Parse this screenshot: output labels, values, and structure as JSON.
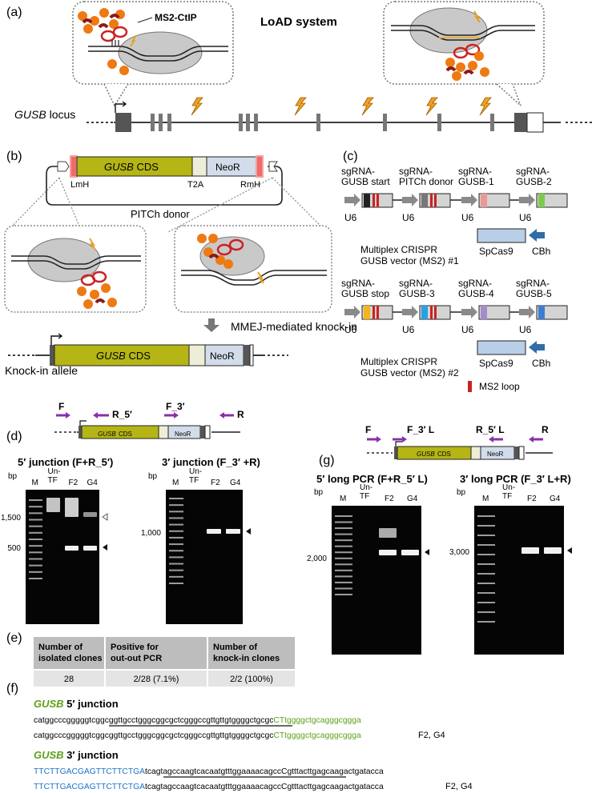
{
  "panels": {
    "a": {
      "label": "(a)",
      "title": "LoAD system",
      "ms2_label": "MS2-CtIP",
      "locus_label": "GUSB",
      "locus_suffix": " locus"
    },
    "b": {
      "label": "(b)",
      "cds_label": "GUSB",
      "cds_suffix": " CDS",
      "t2a": "T2A",
      "neor": "NeoR",
      "lmh": "LmH",
      "rmh": "RmH",
      "donor": "PITCh donor",
      "arrow_label": "MMEJ-mediated knock-in",
      "allele_label": "Knock-in allele"
    },
    "c": {
      "label": "(c)",
      "vec1_sg": [
        "sgRNA-\nGUSB start",
        "sgRNA-\nPITCh donor",
        "sgRNA-\nGUSB-1",
        "sgRNA-\nGUSB-2"
      ],
      "vec2_sg": [
        "sgRNA-\nGUSB stop",
        "sgRNA-\nGUSB-3",
        "sgRNA-\nGUSB-4",
        "sgRNA-\nGUSB-5"
      ],
      "u6": "U6",
      "spcas9": "SpCas9",
      "cbh": "CBh",
      "vec1_name": "Multiplex CRISPR\nGUSB vector (MS2) #1",
      "vec2_name": "Multiplex CRISPR\nGUSB vector (MS2) #2",
      "ms2_loop": "MS2 loop",
      "colors": {
        "sg_start": "#222222",
        "sg_donor": "#777777",
        "sg1": "#e89a9a",
        "sg2": "#7ccc4c",
        "sg_stop": "#f2b51c",
        "sg3": "#2aa0e0",
        "sg4": "#a48cc8",
        "sg5": "#3d7dd0",
        "ms2": "#cc2222",
        "cas9": "#b9cfe8"
      }
    },
    "d": {
      "label": "(d)",
      "primers": {
        "F": "F",
        "R5": "R_5′",
        "F3": "F_3′",
        "R": "R"
      },
      "gel1_title": "5′ junction (F+R_5′)",
      "gel2_title": "3′ junction (F_3′ +R)",
      "bp": "bp",
      "lanes": [
        "M",
        "Un-\nTF",
        "F2",
        "G4"
      ],
      "gel1_marks": [
        "1,500",
        "500"
      ],
      "gel2_marks": [
        "1,000"
      ]
    },
    "e": {
      "label": "(e)",
      "headers": [
        "Number of\nisolated clones",
        "Positive for\nout-out PCR",
        "Number of\nknock-in clones"
      ],
      "row": [
        "28",
        "2/28 (7.1%)",
        "2/2 (100%)"
      ]
    },
    "g": {
      "label": "(g)",
      "primers": {
        "F": "F",
        "F3L": "F_3′ L",
        "R5L": "R_5′ L",
        "R": "R"
      },
      "gel1_title": "5′ long PCR (F+R_5′ L)",
      "gel2_title": "3′ long PCR (F_3′ L+R)",
      "gel1_marks": [
        "2,000"
      ],
      "gel2_marks": [
        "3,000"
      ]
    },
    "f": {
      "label": "(f)",
      "j5_gene": "GUSB",
      "j5_title": " 5′ junction",
      "j5_ref_black": "catggcccgggggtcggcggttgcctgggcggcgctcgggccgttgttgtggggctgcgc",
      "j5_ref_green": "CTtggggctgcagggcggga",
      "j5_res_black": "catggcccgggggtcggcggttgcctgggcggcgctcgggccgttgttgtggggctgcgc",
      "j5_res_green": "CTtggggctgcagggcggga",
      "j5_clones": "F2, G4",
      "j3_gene": "GUSB",
      "j3_title": " 3′ junction",
      "j3_ref_blue": "TTCTTGACGAGTTCTTCTGA",
      "j3_ref_black": "tcagtagccaagtcacaatgtttggaaaacagccCgtttacttgagcaagactgatacca",
      "j3_res_blue": "TTCTTGACGAGTTCTTCTGA",
      "j3_res_black": "tcagtagccaagtcacaatgtttggaaaacagccCgtttacttgagcaagactgatacca",
      "j3_clones": "F2, G4"
    }
  },
  "colors": {
    "cds": "#b5b515",
    "neor": "#d2dcea",
    "t2a": "#eeeed8",
    "mh": "#f06a6a",
    "arrow": "#8830a8",
    "green_seq": "#5ea11a",
    "blue_seq": "#1c73c8",
    "orange": "#ee7a12",
    "darkred": "#8b1a1a"
  }
}
